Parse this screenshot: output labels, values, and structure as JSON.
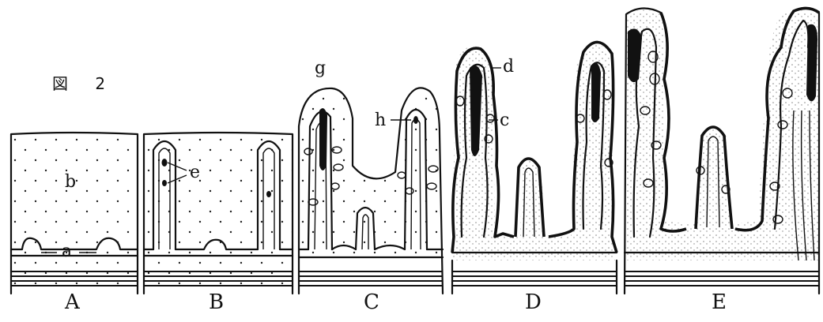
{
  "figure": {
    "title": "図 2",
    "panel_labels": [
      "A",
      "B",
      "C",
      "D",
      "E"
    ],
    "letter_labels": {
      "a": "a",
      "b": "b",
      "c": "c",
      "d": "d",
      "e": "e",
      "g": "g",
      "h": "h"
    }
  }
}
